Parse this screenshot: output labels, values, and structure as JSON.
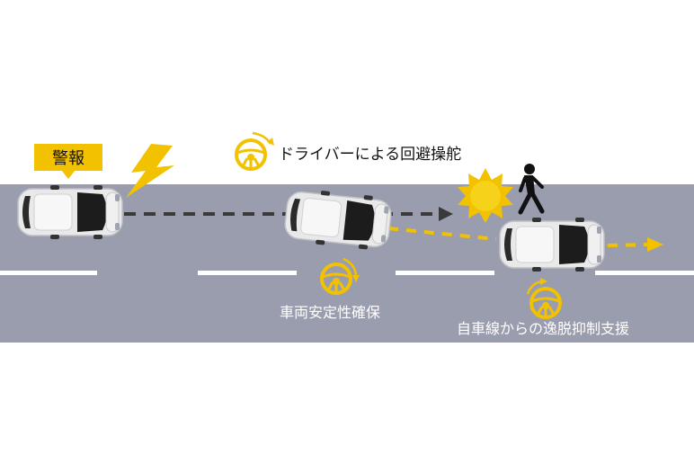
{
  "labels": {
    "warning": "警報",
    "driver_avoidance": "ドライバーによる回避操舵",
    "vehicle_stability": "車両安定性確保",
    "lane_departure_suppression": "自車線からの逸脱抑制支援"
  },
  "colors": {
    "road": "#9a9dae",
    "lane_marking": "#ffffff",
    "accent_yellow": "#f2c200",
    "dark_arrow": "#3a3a3a",
    "car_body": "#e9e9ea",
    "car_roof": "#1c1c1c",
    "pedestrian": "#111111",
    "label_white": "#ffffff",
    "label_dark": "#111111"
  },
  "icons": {
    "lightning": "lightning-bolt-icon",
    "steering_wheel": "steering-wheel-icon",
    "impact_burst": "starburst-icon",
    "pedestrian": "pedestrian-icon"
  }
}
